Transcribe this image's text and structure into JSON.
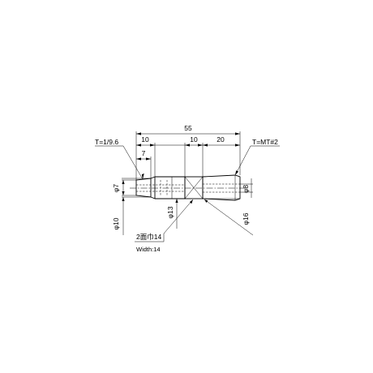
{
  "dimensions": {
    "overall_length": "55",
    "length_10_left": "10",
    "length_7": "7",
    "length_10_flat": "10",
    "length_20": "20"
  },
  "diameters": {
    "d7": "φ7",
    "d10": "φ10",
    "d13": "φ13",
    "d8": "φ8",
    "d16": "φ16"
  },
  "tapers": {
    "left": "T=1/9.6",
    "right": "T=MT#2"
  },
  "wrench_flat": {
    "jp": "2面巾14",
    "en": "Width:14"
  }
}
